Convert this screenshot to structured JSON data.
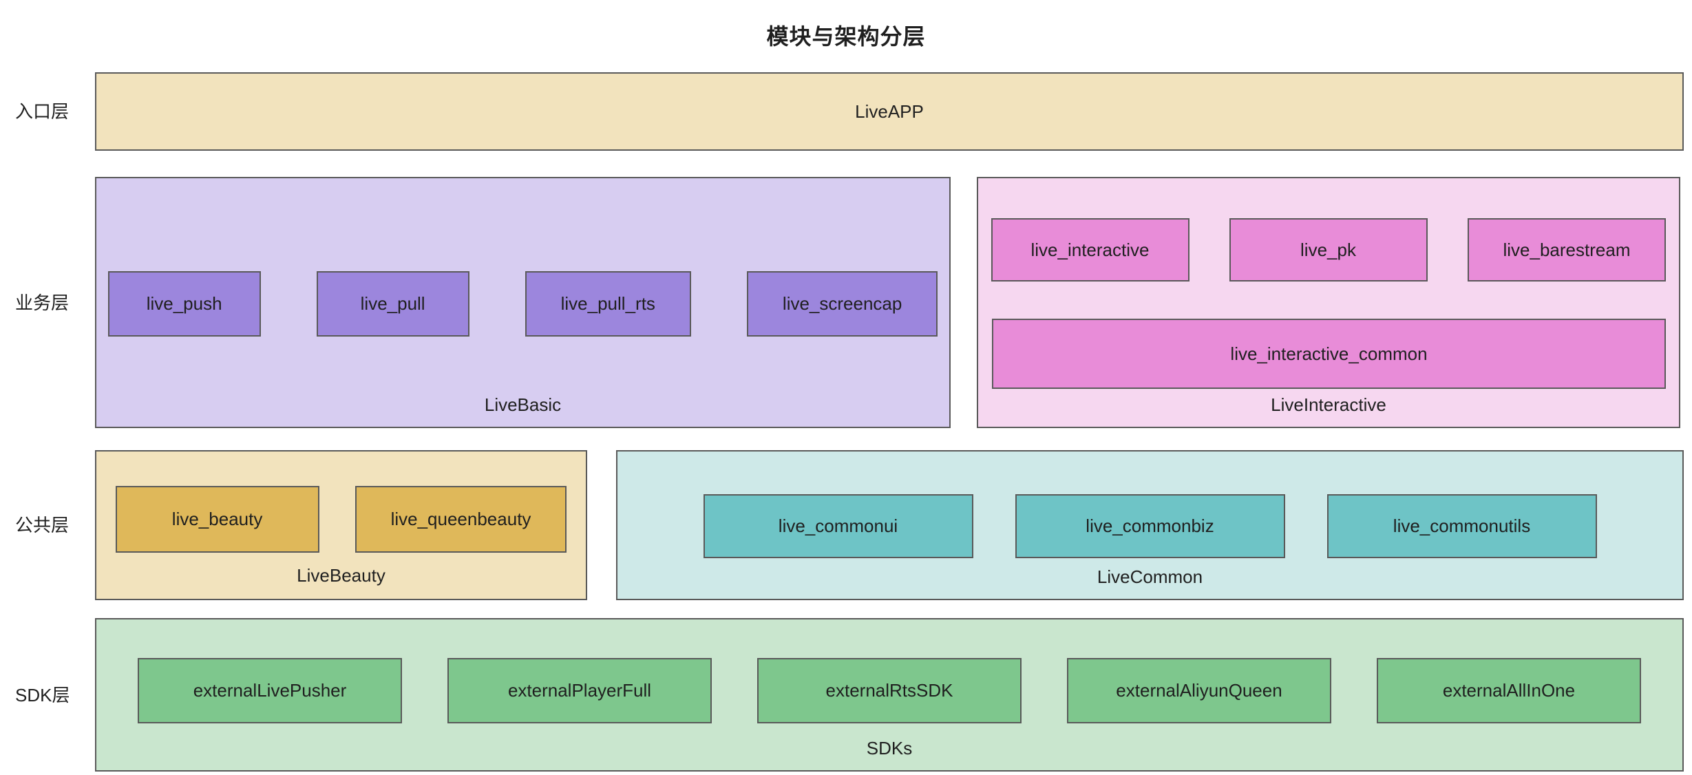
{
  "title": "模块与架构分层",
  "rows": [
    {
      "label": "入口层"
    },
    {
      "label": "业务层"
    },
    {
      "label": "公共层"
    },
    {
      "label": "SDK层"
    }
  ],
  "groups": {
    "liveapp": {
      "label": "LiveAPP"
    },
    "livebasic": {
      "label": "LiveBasic",
      "modules": [
        "live_push",
        "live_pull",
        "live_pull_rts",
        "live_screencap"
      ]
    },
    "liveinteractive": {
      "label": "LiveInteractive",
      "modules": [
        "live_interactive",
        "live_pk",
        "live_barestream"
      ],
      "wide_module": "live_interactive_common"
    },
    "livebeauty": {
      "label": "LiveBeauty",
      "modules": [
        "live_beauty",
        "live_queenbeauty"
      ]
    },
    "livecommon": {
      "label": "LiveCommon",
      "modules": [
        "live_commonui",
        "live_commonbiz",
        "live_commonutils"
      ]
    },
    "sdks": {
      "label": "SDKs",
      "modules": [
        "externalLivePusher",
        "externalPlayerFull",
        "externalRtsSDK",
        "externalAliyunQueen",
        "externalAllInOne"
      ]
    }
  },
  "colors": {
    "background": "#FFFFFF",
    "border": "#595959",
    "text": "#1F1F1F",
    "beige_container": "#F2E3BD",
    "gold_node": "#DFB85A",
    "purple_container": "#D7CDF1",
    "purple_node": "#9C86DD",
    "pink_container": "#F6D7F0",
    "pink_node": "#E88CD8",
    "teal_container": "#CEE9E8",
    "teal_node": "#6EC4C6",
    "green_container": "#C9E6CE",
    "green_node": "#7EC78D"
  }
}
